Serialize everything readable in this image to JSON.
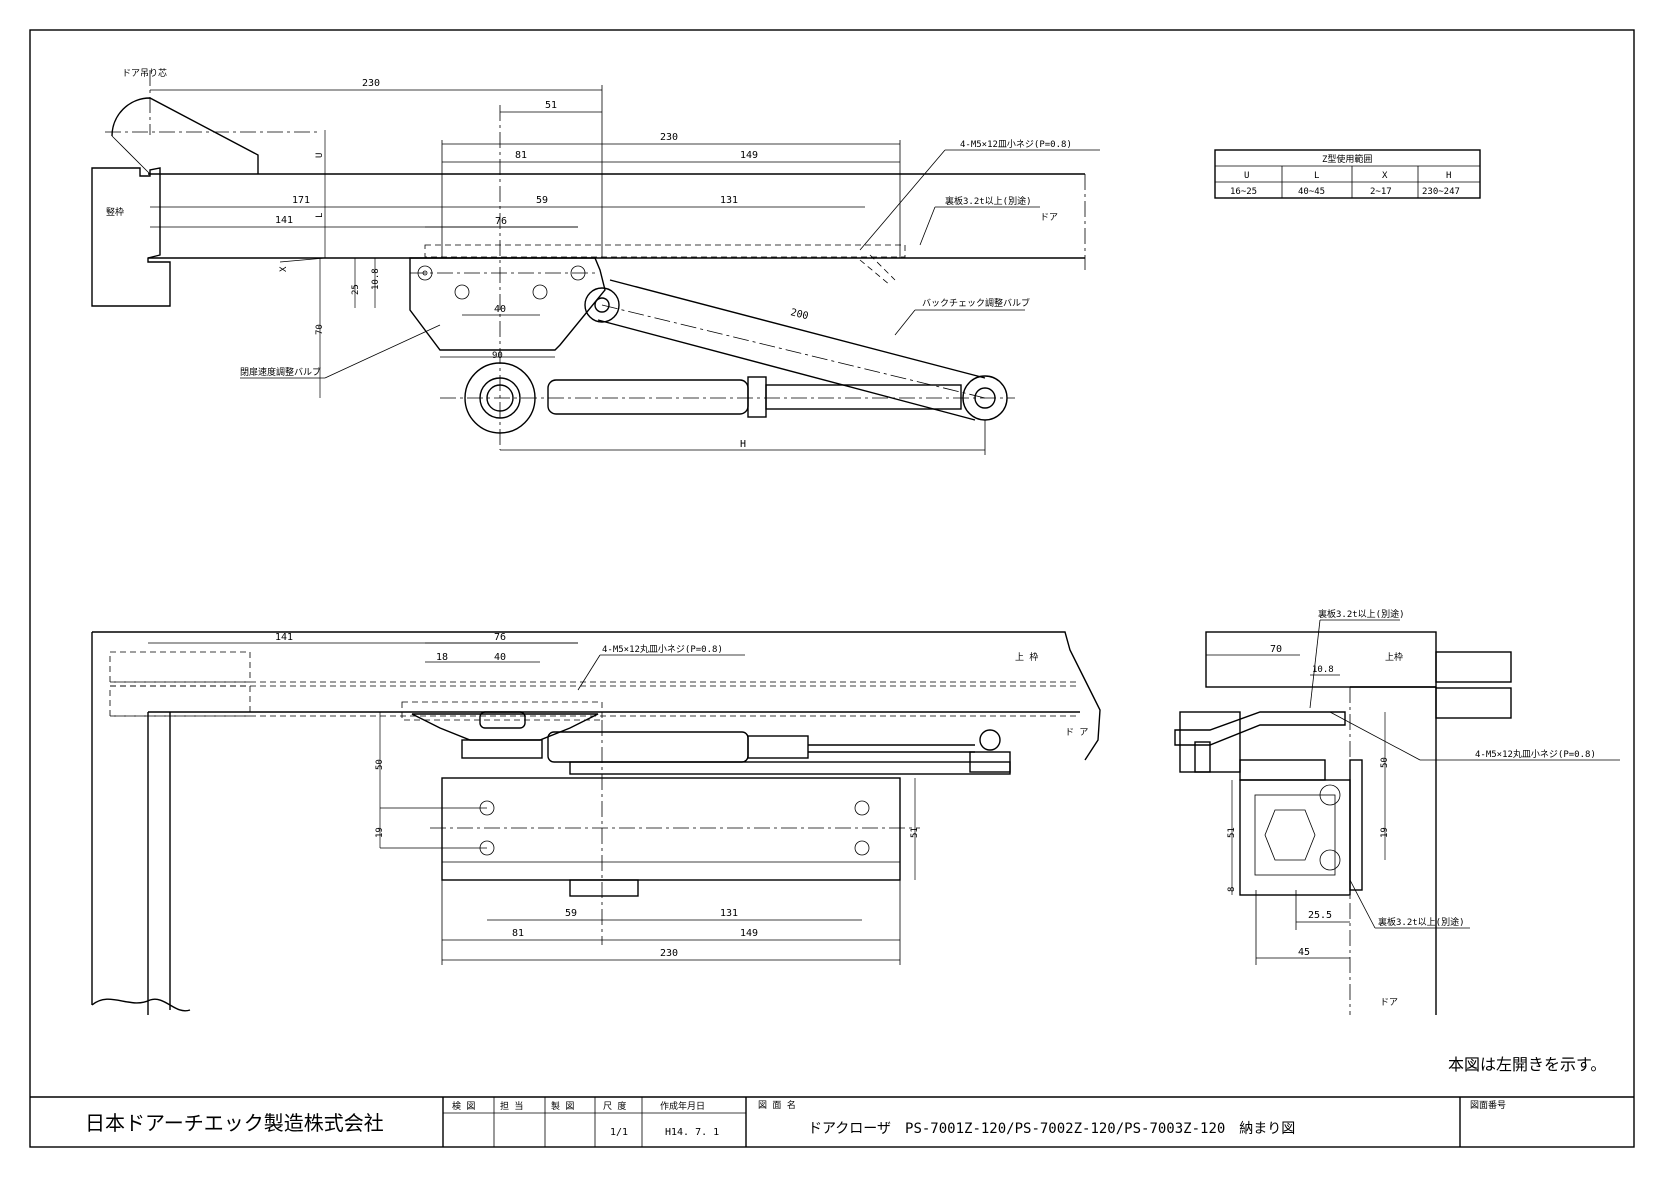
{
  "top_view": {
    "door_pivot": "ドア吊り芯",
    "frame": "竪枠",
    "door": "ドア",
    "dim_230_top": "230",
    "dim_51": "51",
    "dim_230": "230",
    "dim_81": "81",
    "dim_149": "149",
    "dim_171": "171",
    "dim_59": "59",
    "dim_131": "131",
    "dim_141": "141",
    "dim_76": "76",
    "dim_U": "U",
    "dim_L": "L",
    "dim_X": "X",
    "dim_10_8": "10.8",
    "dim_25": "25",
    "dim_40": "40",
    "dim_70": "70",
    "dim_90": "90",
    "dim_200": "200",
    "dim_H": "H",
    "screw_note": "4-M5×12皿小ネジ(P=0.8)",
    "backing_note": "裏板3.2t以上(別途)",
    "backcheck_valve": "バックチェック調整バルブ",
    "closing_valve": "閉扉速度調整バルブ"
  },
  "range_table": {
    "title": "Z型使用範囲",
    "headers": [
      "U",
      "L",
      "X",
      "H"
    ],
    "values": [
      "16~25",
      "40~45",
      "2~17",
      "230~247"
    ]
  },
  "front_view": {
    "dim_141": "141",
    "dim_76": "76",
    "dim_18": "18",
    "dim_40": "40",
    "screw_note": "4-M5×12丸皿小ネジ(P=0.8)",
    "upper_frame": "上 枠",
    "door": "ド ア",
    "dim_50": "50",
    "dim_19": "19",
    "dim_51": "51",
    "dim_59": "59",
    "dim_131": "131",
    "dim_81": "81",
    "dim_149": "149",
    "dim_230": "230"
  },
  "side_view": {
    "backing_note_top": "裏板3.2t以上(別途)",
    "dim_70": "70",
    "upper_frame": "上枠",
    "dim_10_8": "10.8",
    "screw_note": "4-M5×12丸皿小ネジ(P=0.8)",
    "dim_50": "50",
    "dim_51": "51",
    "dim_19": "19",
    "dim_8": "8",
    "dim_25_5": "25.5",
    "backing_note_bottom": "裏板3.2t以上(別途)",
    "dim_45": "45",
    "door": "ドア"
  },
  "note_left_opening": "本図は左開きを示す。",
  "title_block": {
    "company": "日本ドアーチエック製造株式会社",
    "col_inspect": "検 図",
    "col_charge": "担 当",
    "col_draft": "製 図",
    "col_scale": "尺 度",
    "col_date": "作成年月日",
    "scale_value": "1/1",
    "date_value": "H14. 7. 1",
    "drawing_name_label": "図 面 名",
    "drawing_name": "ドアクローザ　PS-7001Z-120/PS-7002Z-120/PS-7003Z-120　納まり図",
    "drawing_no_label": "図面番号"
  }
}
